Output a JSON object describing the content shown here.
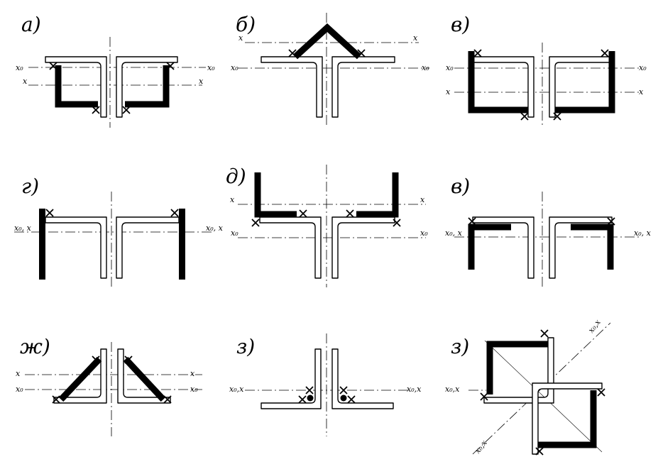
{
  "panels": [
    {
      "id": "a",
      "label": "а)",
      "axes": [
        "x",
        "x",
        "x₀",
        "x₀"
      ]
    },
    {
      "id": "b",
      "label": "б)",
      "axes": [
        "x",
        "x",
        "x₀",
        "x₀"
      ]
    },
    {
      "id": "v1",
      "label": "в)",
      "axes": [
        "x₀",
        "x₀",
        "x",
        "x"
      ]
    },
    {
      "id": "g",
      "label": "г)",
      "axes": [
        "x₀, x",
        "x₀, x"
      ]
    },
    {
      "id": "d",
      "label": "д)",
      "axes": [
        "x",
        "x",
        "x₀",
        "x₀"
      ]
    },
    {
      "id": "v2",
      "label": "в)",
      "axes": [
        "x₀, x",
        "x₀, x"
      ]
    },
    {
      "id": "zh",
      "label": "ж)",
      "axes": [
        "x",
        "x",
        "x₀",
        "x₀"
      ]
    },
    {
      "id": "z1",
      "label": "з)",
      "axes": [
        "x₀,x",
        "x₀,x"
      ]
    },
    {
      "id": "z2",
      "label": "з)",
      "axes": [
        "x₀,x",
        "x₀,x",
        "x₀,x"
      ]
    }
  ]
}
